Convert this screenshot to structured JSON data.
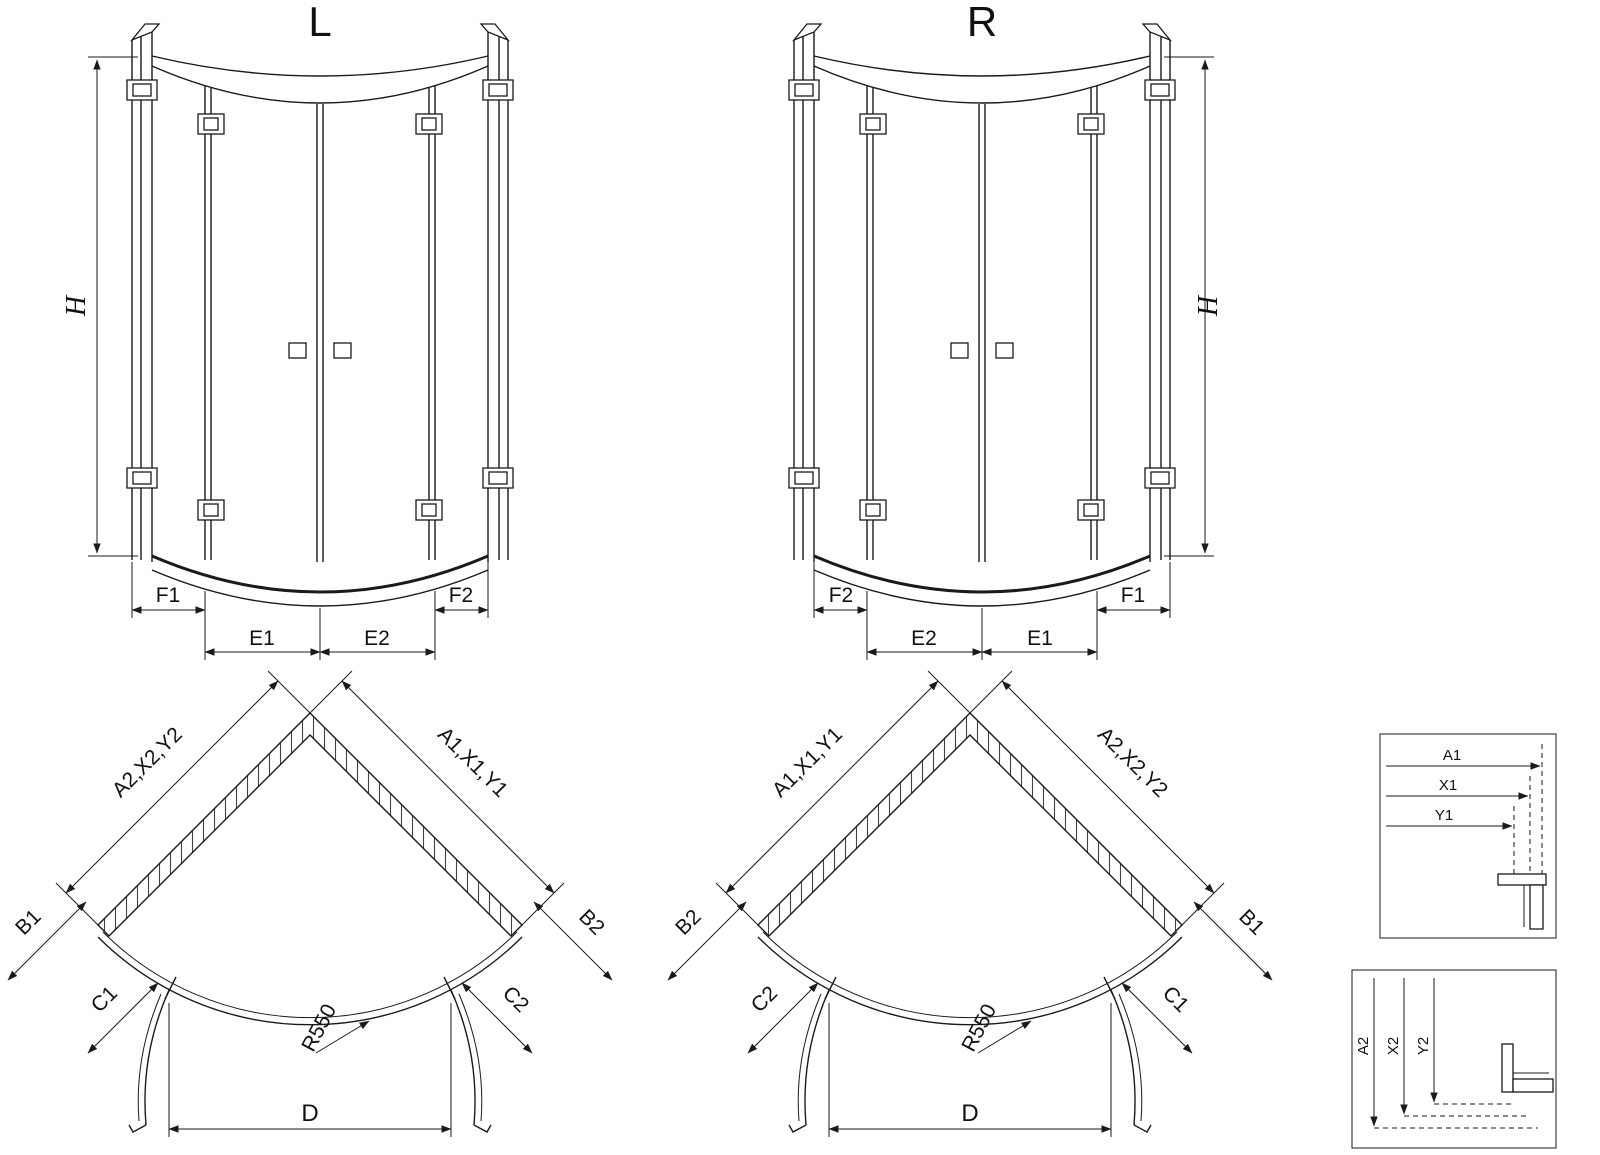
{
  "page": {
    "background": "#ffffff",
    "line_color": "#1a1a1a"
  },
  "elevation_left": {
    "title": "L",
    "height_label": "H",
    "dims": {
      "f1": "F1",
      "e1": "E1",
      "e2": "E2",
      "f2": "F2"
    }
  },
  "elevation_right": {
    "title": "R",
    "height_label": "H",
    "dims": {
      "f1": "F1",
      "e1": "E1",
      "e2": "E2",
      "f2": "F2"
    }
  },
  "plan_left": {
    "diag_left": "A2,X2,Y2",
    "diag_right": "A1,X1,Y1",
    "b_left": "B1",
    "b_right": "B2",
    "c_left": "C1",
    "c_right": "C2",
    "radius": "R550",
    "door_width": "D"
  },
  "plan_right": {
    "diag_left": "A1,X1,Y1",
    "diag_right": "A2,X2,Y2",
    "b_left": "B2",
    "b_right": "B1",
    "c_left": "C2",
    "c_right": "C1",
    "radius": "R550",
    "door_width": "D"
  },
  "detail_top": {
    "labels": [
      "A1",
      "X1",
      "Y1"
    ]
  },
  "detail_bottom": {
    "labels": [
      "A2",
      "X2",
      "Y2"
    ]
  }
}
